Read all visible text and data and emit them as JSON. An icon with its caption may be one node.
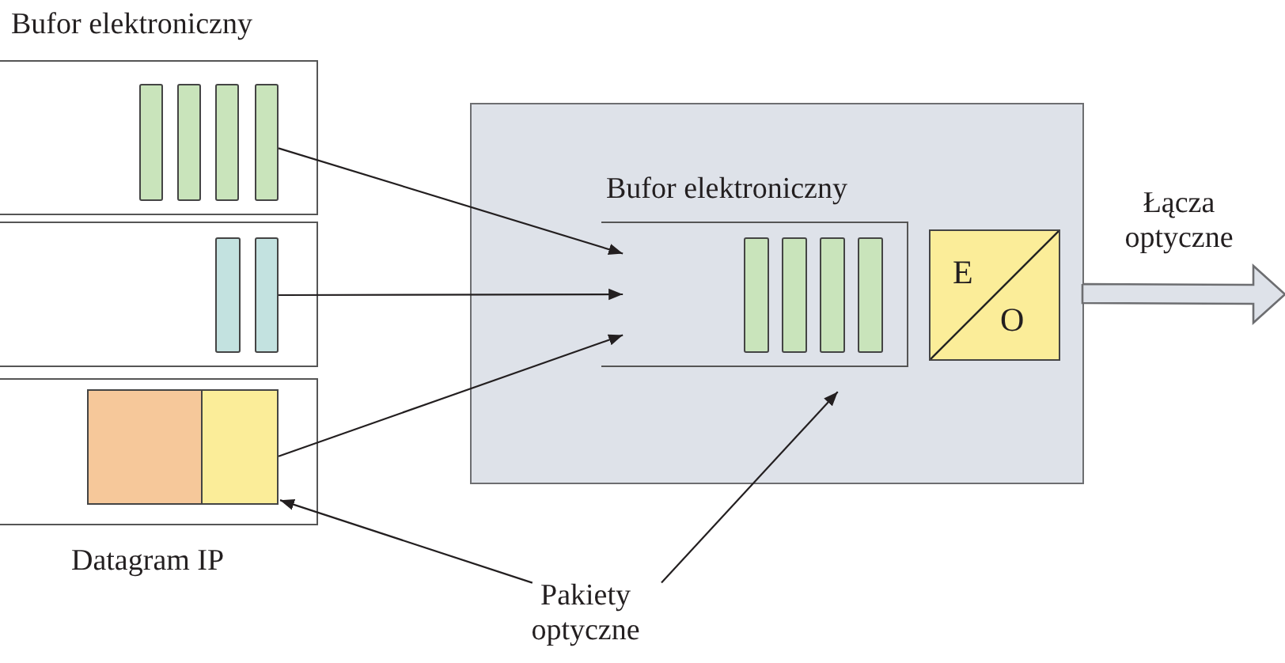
{
  "diagram": {
    "nodes": [
      {
        "text": [],
        "shape": "box"
      },
      {
        "text": [
          "Bufor elektroniczny"
        ],
        "in": 0
      },
      {
        "text": [],
        "shape": "bar",
        "in": 1
      },
      {
        "text": [],
        "shape": "bar",
        "in": 1
      },
      {
        "text": [],
        "shape": "bar",
        "in": 1
      },
      {
        "text": [],
        "shape": "bar",
        "in": 1
      },
      {
        "text": [
          "E",
          "O"
        ],
        "in": 0
      },
      {
        "text": [],
        "shape": "box"
      },
      {
        "text": [],
        "shape": "bar",
        "in": 7
      },
      {
        "text": [],
        "shape": "bar",
        "in": 7
      },
      {
        "text": [],
        "shape": "bar",
        "in": 7
      },
      {
        "text": [],
        "shape": "bar",
        "in": 7
      },
      {
        "text": [],
        "shape": "box"
      },
      {
        "text": [],
        "shape": "bar",
        "in": 12
      },
      {
        "text": [],
        "shape": "bar",
        "in": 12
      },
      {
        "text": [],
        "shape": "box",
        "beside": [
          "Datagram IP"
        ]
      },
      {
        "text": [],
        "shape": "box",
        "in": 15
      },
      {
        "text": [],
        "shape": "box",
        "in": 15
      },
      {
        "text": [
          "Pakiety optyczne"
        ]
      }
    ],
    "edges": [
      {
        "from": 11,
        "to": 1,
        "arrow": "to"
      },
      {
        "from": 14,
        "to": 1,
        "arrow": "to"
      },
      {
        "from": 17,
        "to": 1,
        "arrow": "to"
      },
      {
        "from": 18,
        "to": 17,
        "arrow": "to"
      },
      {
        "from": 18,
        "to": 1,
        "arrow": "to"
      },
      {
        "from": 0,
        "to": null,
        "arrow": "to",
        "style": "thick",
        "label": "Łącza optyczne"
      }
    ],
    "labels": [
      "Bufor elektroniczny"
    ]
  }
}
